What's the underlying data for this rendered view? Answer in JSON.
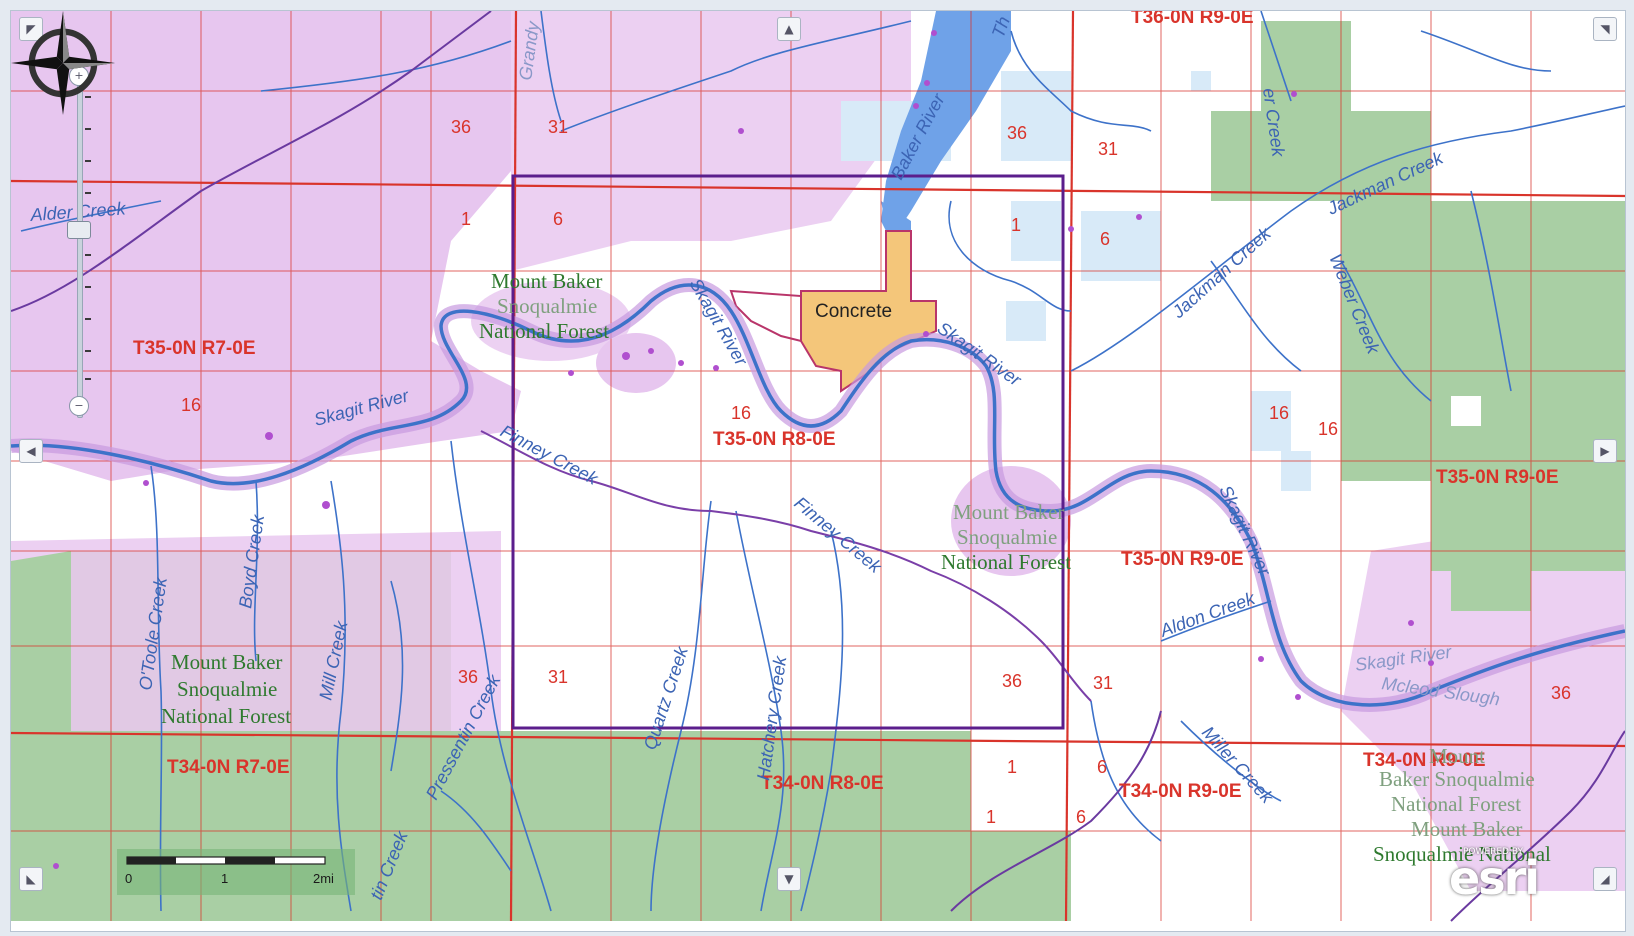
{
  "map": {
    "township_labels": {
      "t35_r7": "T35-0N R7-0E",
      "t35_r8": "T35-0N R8-0E",
      "t35_r9_east": "T35-0N R9-0E",
      "t35_r9_south": "T35-0N R9-0E",
      "t34_r7": "T34-0N R7-0E",
      "t34_r8": "T34-0N R8-0E",
      "t34_r9": "T34-0N R9-0E",
      "t34_r9_east": "T34-0N R9-0E",
      "t36_r9": "T36-0N R9-0E"
    },
    "section_labels": [
      "36",
      "31",
      "1",
      "6",
      "16",
      "36",
      "31",
      "1",
      "6",
      "16",
      "16",
      "16",
      "36",
      "31",
      "36",
      "31",
      "1",
      "6",
      "1",
      "6",
      "36"
    ],
    "water_labels": {
      "baker_river": "Baker River",
      "skagit_river_west": "Skagit River",
      "skagit_river_center": "Skagit River",
      "skagit_river_mid": "Skagit River",
      "skagit_river_east": "Skagit River",
      "skagit_river_se": "Skagit River",
      "finney_creek_w": "Finney Creek",
      "finney_creek_e": "Finney Creek",
      "jackman_creek_1": "Jackman Creek",
      "jackman_creek_2": "Jackman Creek",
      "weber_creek": "Weber Creek",
      "alder_creek": "Alder Creek",
      "aldon_creek": "Aldon Creek",
      "quartz_creek": "Quartz Creek",
      "hatchery_creek": "Hatchery Creek",
      "mill_creek": "Mill Creek",
      "otoole_creek": "O'Toole Creek",
      "boyd_creek": "Boyd Creek",
      "pressentin_creek": "Pressentin Creek",
      "miller_creek": "Miller Creek",
      "grandy_creek": "Grandy",
      "creek_ne": "er Creek",
      "mcleod_slough": "Mcleod Slough",
      "martin_creek": "tin Creek",
      "the_label": "Th"
    },
    "forest_labels": {
      "center_nw": [
        "Mount Baker",
        "Snoqualmie",
        "National Forest"
      ],
      "center_e": [
        "Mount Baker",
        "Snoqualmie",
        "National Forest"
      ],
      "sw": [
        "Mount Baker",
        "Snoqualmie",
        "National Forest"
      ],
      "se": [
        "Mount",
        "Baker Snoqualmie",
        "National Forest",
        "Mount Baker",
        "Snoqualmie National"
      ]
    },
    "city_label": "Concrete",
    "scale": {
      "labels": [
        "0",
        "1",
        "2mi"
      ]
    },
    "attribution": {
      "powered": "POWERED BY",
      "brand": "esri"
    },
    "colors": {
      "forest_pink": "#e9c9f0",
      "forest_green": "#a9cfa4",
      "water_blue": "#6fa2e8",
      "city_fill": "#f4c67a",
      "township_line": "#d9342b",
      "selection": "#5b1e8c"
    }
  },
  "controls": {
    "zoom_in": "+",
    "zoom_out": "−",
    "pan_up": "▲",
    "pan_down": "▼",
    "pan_left": "◀",
    "pan_right": "▶",
    "corner_nw": "◤",
    "corner_ne": "◥",
    "corner_sw": "◣",
    "corner_se": "◢"
  }
}
